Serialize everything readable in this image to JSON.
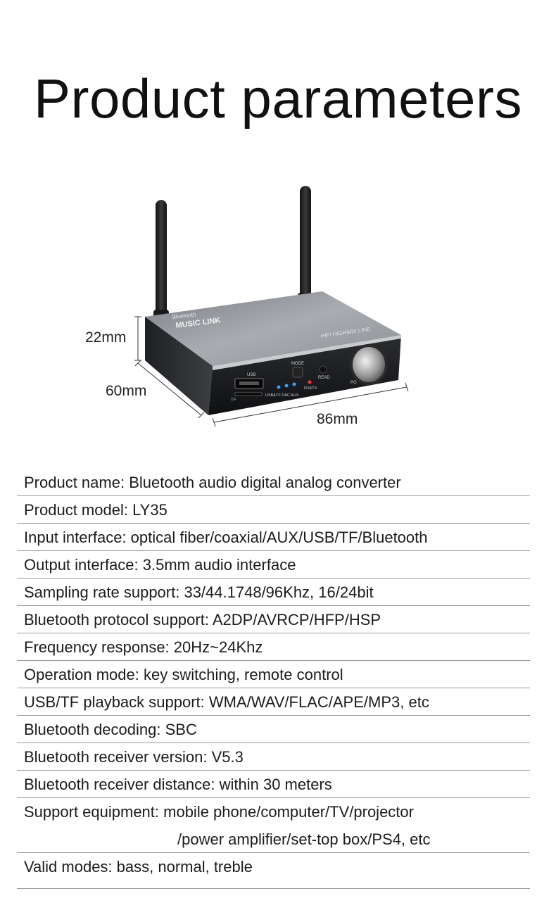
{
  "title": "Product parameters",
  "figure": {
    "height_label": "22mm",
    "depth_label": "60mm",
    "width_label": "86mm",
    "device_text": {
      "brand_small": "Bluetooth",
      "brand": "MUSIC LINK",
      "model_tag": "HIFI HIGHMIX LINE",
      "usb": "USB",
      "tf": "TF",
      "mode": "MODE",
      "read": "READ",
      "indicator_labels": "USB&TF DAC AUX",
      "rx_tx": "RX&TX",
      "power": "PO"
    }
  },
  "params": [
    "Product name: Bluetooth audio digital analog converter",
    "Product model: LY35",
    "Input interface: optical fiber/coaxial/AUX/USB/TF/Bluetooth",
    "Output interface: 3.5mm audio interface",
    "Sampling rate support: 33/44.1748/96Khz, 16/24bit",
    "Bluetooth protocol support: A2DP/AVRCP/HFP/HSP",
    "Frequency response: 20Hz~24Khz",
    "Operation mode: key switching, remote control",
    "USB/TF playback support: WMA/WAV/FLAC/APE/MP3, etc",
    "Bluetooth decoding: SBC",
    "Bluetooth receiver version: V5.3",
    "Bluetooth receiver distance: within 30 meters",
    "Support equipment: mobile phone/computer/TV/projector",
    "/power amplifier/set-top box/PS4, etc",
    "Valid modes: bass, normal, treble"
  ]
}
